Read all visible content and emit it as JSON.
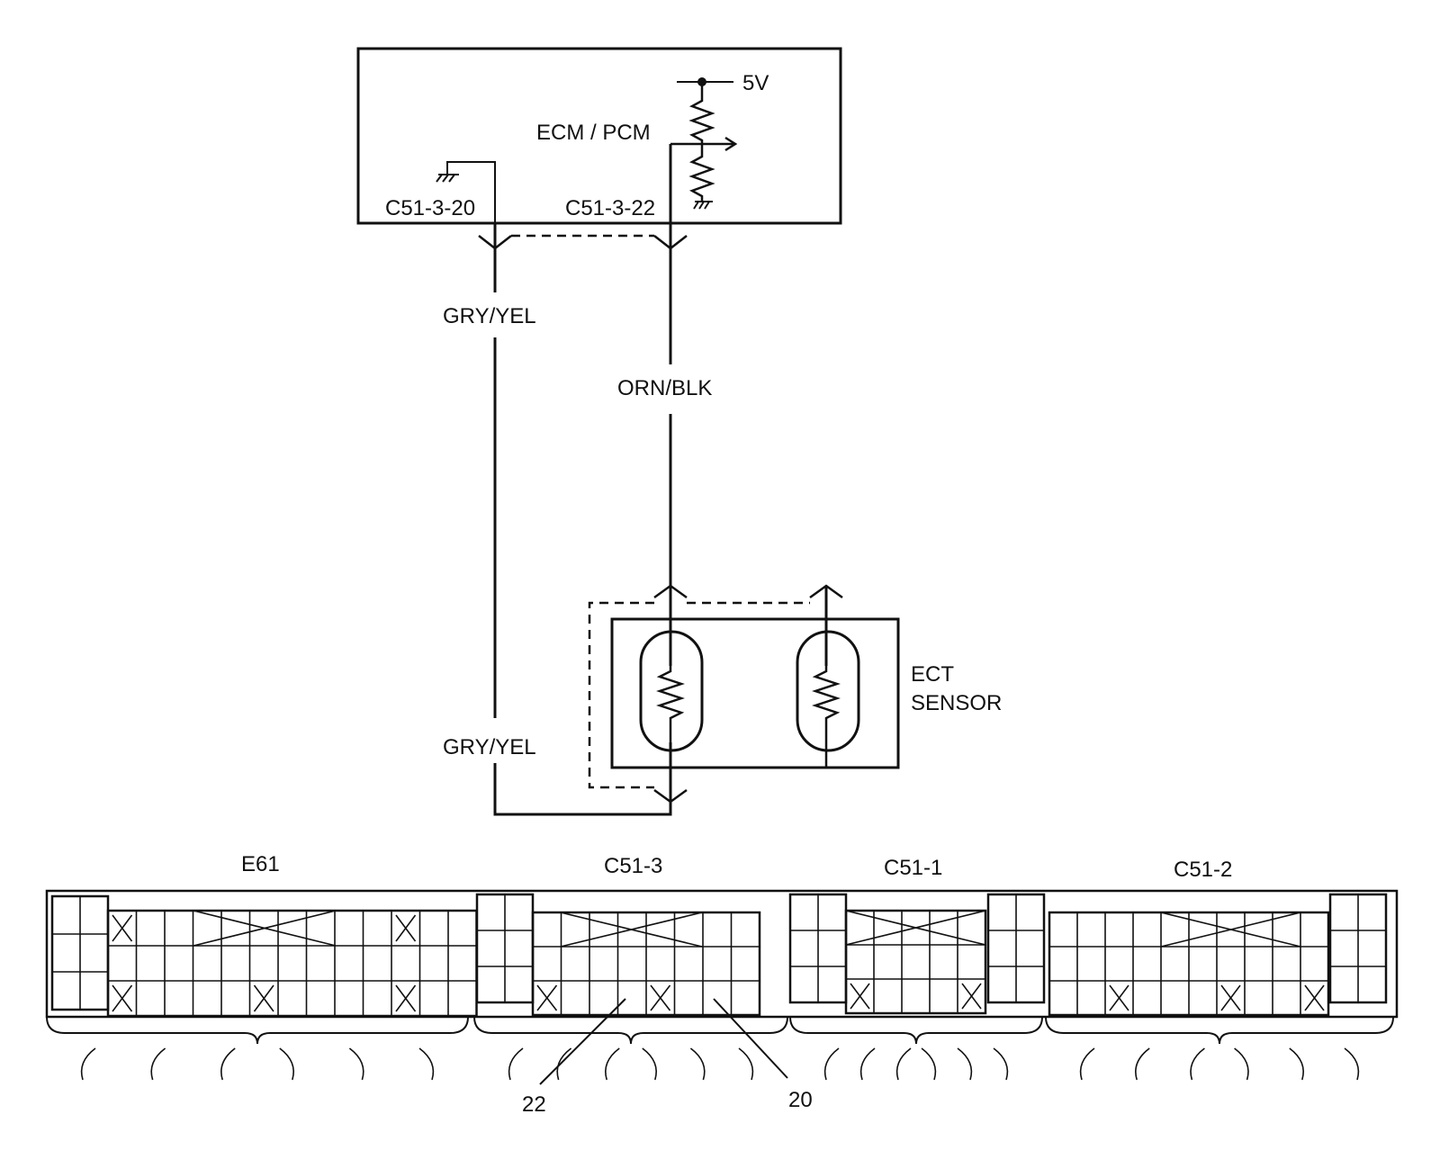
{
  "module": {
    "name": "ECM / PCM",
    "supply": "5V",
    "pins": {
      "ground": "C51-3-20",
      "signal": "C51-3-22"
    }
  },
  "wires": {
    "ground_top": "GRY/YEL",
    "signal": "ORN/BLK",
    "ground_bottom": "GRY/YEL"
  },
  "sensor": {
    "line1": "ECT",
    "line2": "SENSOR"
  },
  "connectors": [
    {
      "id": "E61"
    },
    {
      "id": "C51-3"
    },
    {
      "id": "C51-1"
    },
    {
      "id": "C51-2"
    }
  ],
  "callouts": {
    "pin_22": "22",
    "pin_20": "20"
  },
  "colors": {
    "ink": "#111111",
    "background": "#ffffff"
  }
}
